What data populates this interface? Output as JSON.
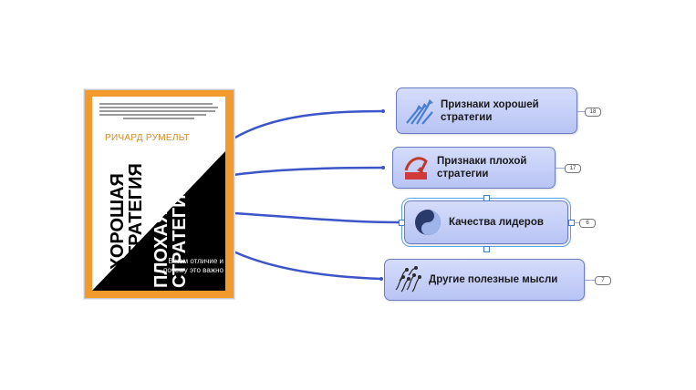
{
  "book": {
    "author": "РИЧАРД РУМЕЛЬТ",
    "title_good": [
      "ХОРОШАЯ",
      "СТРАТЕГИЯ"
    ],
    "title_bad": [
      "ПЛОХАЯ",
      "СТРАТЕГИЯ"
    ],
    "subtitle": "В чем отличие и почему это важно",
    "colors": {
      "cover_frame": "#f29a2e",
      "author": "#d08a2a",
      "dark": "#000000"
    }
  },
  "topics": [
    {
      "label": "Признаки хорошей стратегии",
      "icon": "rising-arrows-icon",
      "badge": "18"
    },
    {
      "label": "Признаки плохой стратегии",
      "icon": "falling-arrow-icon",
      "badge": "17"
    },
    {
      "label": "Качества лидеров",
      "icon": "yin-yang-icon",
      "badge": "6",
      "selected": true
    },
    {
      "label": "Другие полезные мысли",
      "icon": "sperm-arrows-icon",
      "badge": "7"
    }
  ],
  "colors": {
    "connector": "#3b55c8",
    "node_fill": "#c8d2f8",
    "node_border": "#6a7cc4"
  }
}
